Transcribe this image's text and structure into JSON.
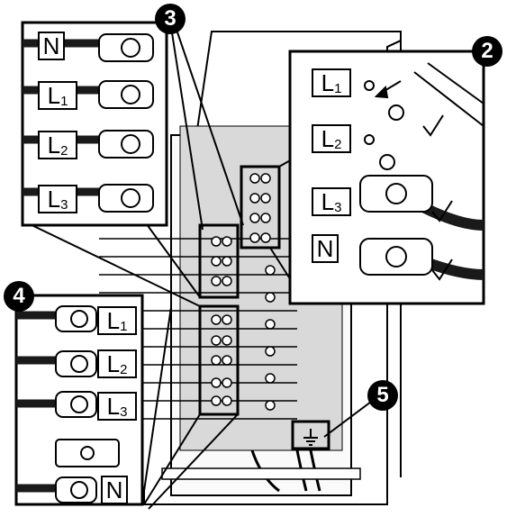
{
  "callouts": {
    "c3": "3",
    "c2": "2",
    "c4": "4",
    "c5": "5"
  },
  "inset_top_left": {
    "labels": [
      {
        "base": "N",
        "sub": ""
      },
      {
        "base": "L",
        "sub": "1"
      },
      {
        "base": "L",
        "sub": "2"
      },
      {
        "base": "L",
        "sub": "3"
      }
    ]
  },
  "inset_top_right": {
    "labels": [
      {
        "base": "L",
        "sub": "1"
      },
      {
        "base": "L",
        "sub": "2"
      },
      {
        "base": "L",
        "sub": "3"
      },
      {
        "base": "N",
        "sub": ""
      }
    ]
  },
  "inset_bottom_left": {
    "labels": [
      {
        "base": "L",
        "sub": "1"
      },
      {
        "base": "L",
        "sub": "2"
      },
      {
        "base": "L",
        "sub": "3"
      },
      {
        "base": "N",
        "sub": ""
      }
    ]
  },
  "colors": {
    "line": "#000000",
    "background": "#ffffff",
    "panel_shade": "#d9d9d9",
    "cable": "#1a1a1a"
  }
}
